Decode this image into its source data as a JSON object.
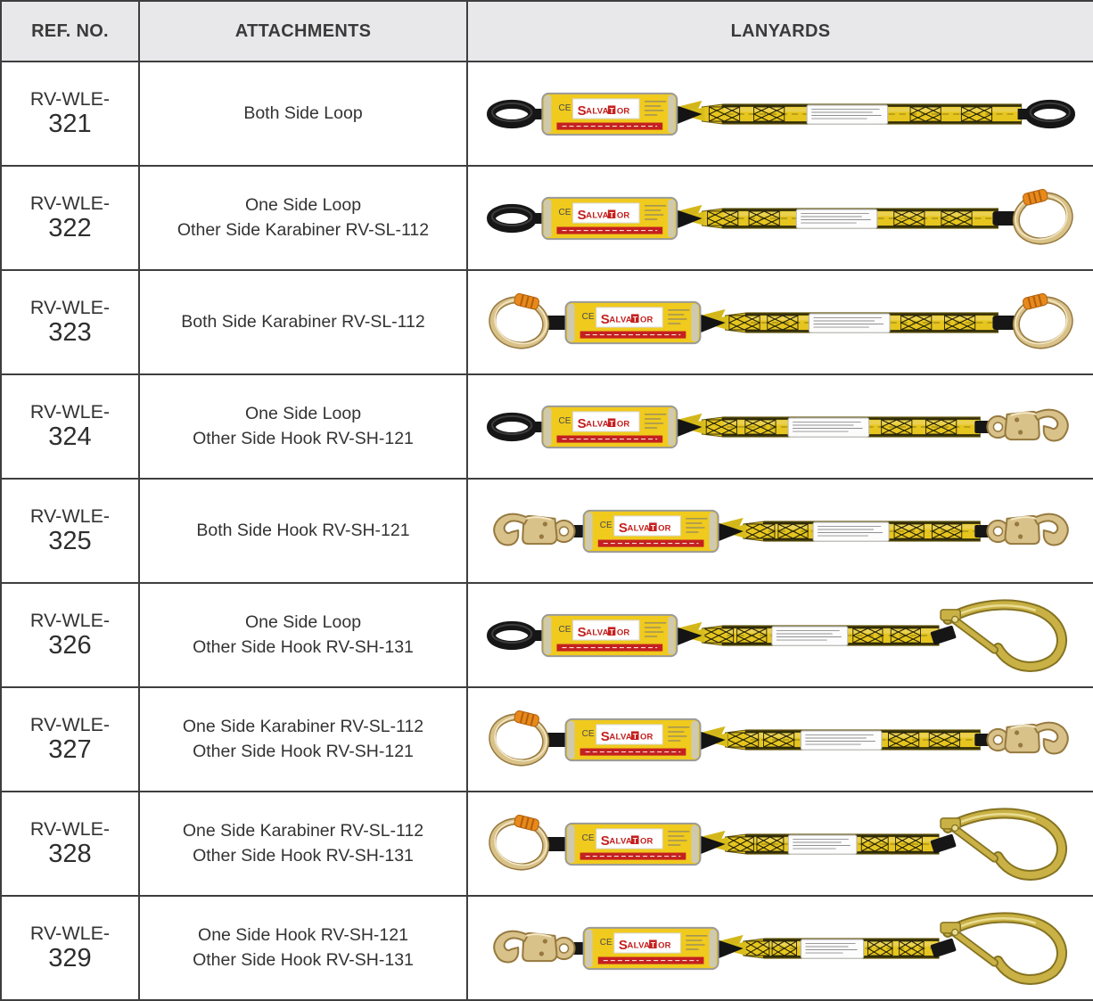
{
  "table": {
    "headers": [
      "REF. NO.",
      "ATTACHMENTS",
      "LANYARDS"
    ],
    "brand": "SALVATOR",
    "ce_mark": "CE",
    "rows": [
      {
        "ref_prefix": "RV-WLE-",
        "ref_num": "321",
        "attachment_lines": [
          "Both Side Loop"
        ],
        "lanyard": {
          "left": "loop",
          "right": "loop"
        }
      },
      {
        "ref_prefix": "RV-WLE-",
        "ref_num": "322",
        "attachment_lines": [
          "One Side Loop",
          "Other Side Karabiner RV-SL-112"
        ],
        "lanyard": {
          "left": "loop",
          "right": "karabiner"
        }
      },
      {
        "ref_prefix": "RV-WLE-",
        "ref_num": "323",
        "attachment_lines": [
          "Both Side Karabiner RV-SL-112"
        ],
        "lanyard": {
          "left": "karabiner",
          "right": "karabiner"
        }
      },
      {
        "ref_prefix": "RV-WLE-",
        "ref_num": "324",
        "attachment_lines": [
          "One Side Loop",
          "Other Side Hook RV-SH-121"
        ],
        "lanyard": {
          "left": "loop",
          "right": "snap-hook"
        }
      },
      {
        "ref_prefix": "RV-WLE-",
        "ref_num": "325",
        "attachment_lines": [
          "Both Side Hook RV-SH-121"
        ],
        "lanyard": {
          "left": "snap-hook",
          "right": "snap-hook"
        }
      },
      {
        "ref_prefix": "RV-WLE-",
        "ref_num": "326",
        "attachment_lines": [
          "One Side Loop",
          "Other Side Hook RV-SH-131"
        ],
        "lanyard": {
          "left": "loop",
          "right": "scaffold-hook"
        }
      },
      {
        "ref_prefix": "RV-WLE-",
        "ref_num": "327",
        "attachment_lines": [
          "One Side Karabiner RV-SL-112",
          "Other Side Hook RV-SH-121"
        ],
        "lanyard": {
          "left": "karabiner",
          "right": "snap-hook"
        }
      },
      {
        "ref_prefix": "RV-WLE-",
        "ref_num": "328",
        "attachment_lines": [
          "One Side Karabiner RV-SL-112",
          "Other Side Hook RV-SH-131"
        ],
        "lanyard": {
          "left": "karabiner",
          "right": "scaffold-hook"
        }
      },
      {
        "ref_prefix": "RV-WLE-",
        "ref_num": "329",
        "attachment_lines": [
          "One Side Hook RV-SH-121",
          "Other Side Hook RV-SH-131"
        ],
        "lanyard": {
          "left": "snap-hook",
          "right": "scaffold-hook"
        }
      }
    ],
    "colors": {
      "border": "#3e3e3e",
      "header_bg": "#e8e8ea",
      "webbing_yellow": "#e6c51e",
      "webbing_edge": "#35300a",
      "absorber_yellow": "#f0ca1d",
      "brand_red": "#c4201f",
      "metal_gold": "#d9c28a",
      "metal_gold_dark": "#96793f",
      "metal_gold_light": "#f3e7c3",
      "scaffold_gold": "#c9b145",
      "scaffold_gold_dark": "#857322",
      "scaffold_gold_light": "#e9dd94",
      "gate_orange": "#e8891b",
      "gate_orange_dark": "#b05f0d",
      "strap_black": "#161616"
    }
  }
}
